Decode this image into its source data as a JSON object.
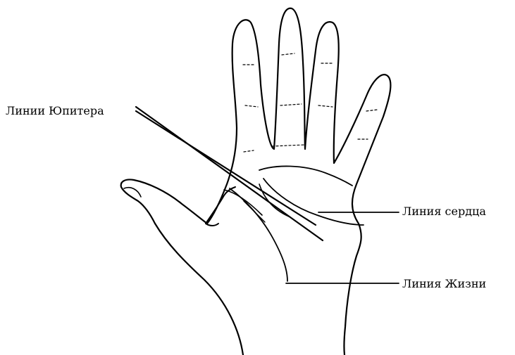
{
  "labels": {
    "jupiter_lines": "Линии Юпитера",
    "heart_line": "Линия сердца",
    "life_line": "Линия Жизни"
  },
  "colors": {
    "ink": "#000000",
    "background": "#ffffff"
  }
}
